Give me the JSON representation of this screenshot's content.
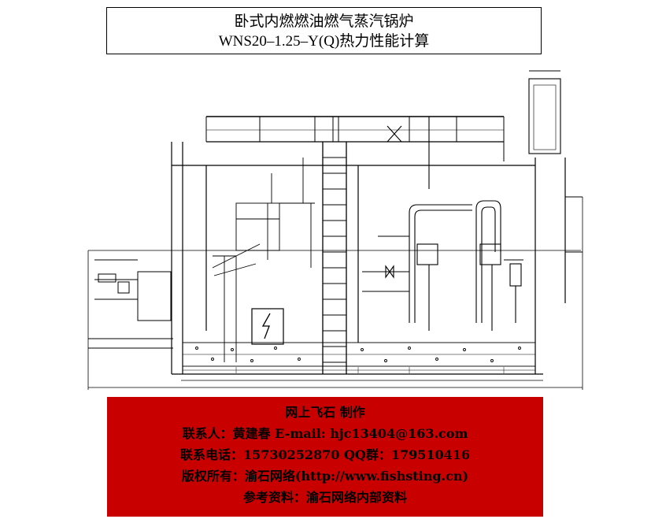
{
  "title": {
    "line1": "卧式内燃燃油燃气蒸汽锅炉",
    "line2": "WNS20–1.25–Y(Q)热力性能计算"
  },
  "credits": {
    "line1": "网上飞石 制作",
    "line2": "联系人：黄建春 E-mail: hjc13404@163.com",
    "line3": "联系电话：15730252870 QQ群：179510416",
    "line4": "版权所有：渝石网络(http://www.fishsting.cn)",
    "line5": "参考资料：渝石网络内部资料"
  },
  "colors": {
    "credits_bg": "#c80000",
    "drawing_line": "#000000"
  }
}
